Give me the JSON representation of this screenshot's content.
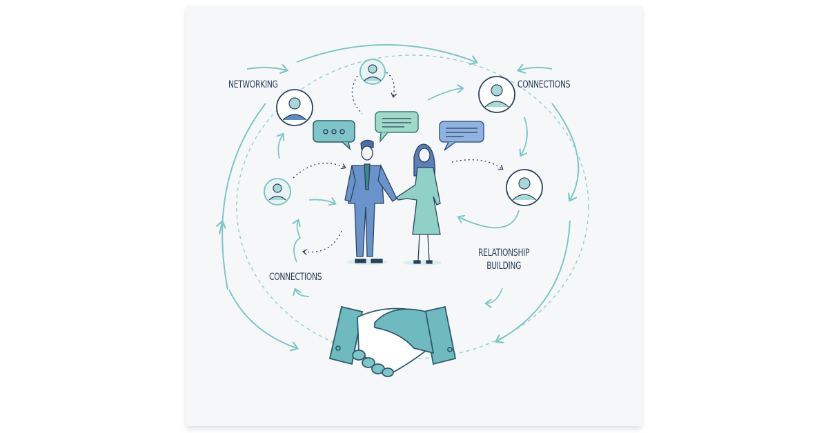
{
  "labels": {
    "networking": "NETWORKING",
    "connections_top": "CONNECTIONS",
    "connections_left": "CONNECTIONS",
    "relationship_line1": "RELATIONSHIP",
    "relationship_line2": "BUILDING"
  },
  "colors": {
    "teal": "#6fc0c0",
    "teal_dark": "#3a8a9a",
    "blue": "#5b8cc7",
    "navy": "#2a3f5c",
    "paper": "#f6f7f8"
  },
  "icons": [
    "avatar-icon",
    "speech-bubble-icon",
    "handshake-icon",
    "cycle-arrow-icon"
  ]
}
